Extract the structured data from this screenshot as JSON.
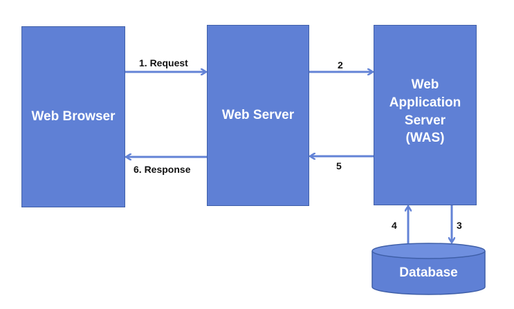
{
  "nodes": {
    "web_browser": "Web Browser",
    "web_server": "Web Server",
    "was_lines": [
      "Web",
      "Application",
      "Server",
      "(WAS)"
    ],
    "database": "Database"
  },
  "edges": {
    "request": "1. Request",
    "step2": "2",
    "step3": "3",
    "step4": "4",
    "step5": "5",
    "response": "6. Response"
  },
  "colors": {
    "box_fill": "#5f80d5",
    "box_border": "#3f5fa8",
    "arrow": "#6383d6",
    "text_on_box": "#ffffff"
  }
}
